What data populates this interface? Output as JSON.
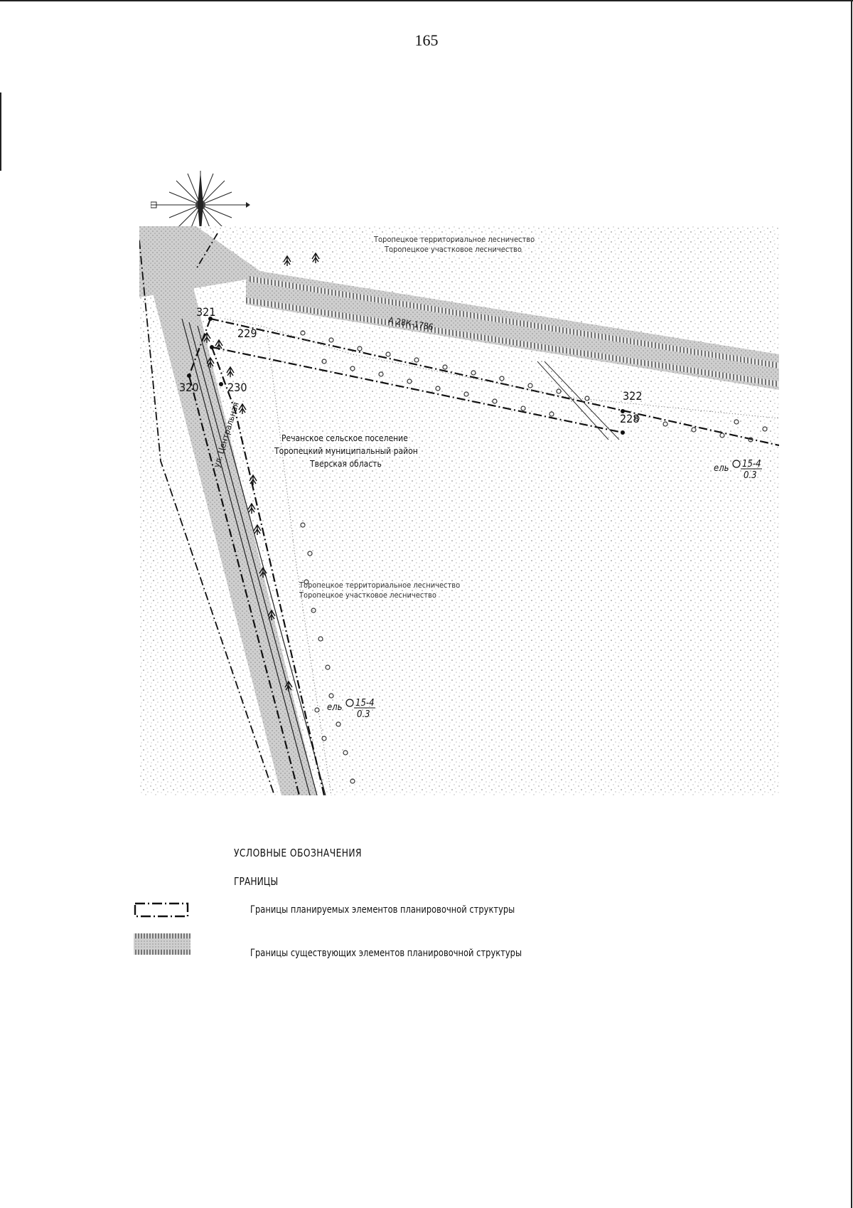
{
  "page": {
    "number": "165"
  },
  "map": {
    "forestry_label_top_line1": "Торопецкое территориальное лесничество",
    "forestry_label_top_line2": "Торопецкое участковое лесничество",
    "forestry_label_mid_line1": "Торопецкое территориальное лесничество",
    "forestry_label_mid_line2": "Торопецкое участковое лесничество",
    "road_label": "А 28К-1786",
    "street_label": "ул. Центральная",
    "settlement_line1": "Речанское сельское поселение",
    "settlement_line2": "Торопецкий муниципальный район",
    "settlement_line3": "Тверская область",
    "points": [
      "321",
      "229",
      "320",
      "230",
      "322",
      "228"
    ],
    "tree_note_right": {
      "species": "ель",
      "num": "15-4",
      "den": "0.3"
    },
    "tree_note_bottom": {
      "species": "ель",
      "num": "15-4",
      "den": "0.3"
    }
  },
  "legend": {
    "title": "УСЛОВНЫЕ ОБОЗНАЧЕНИЯ",
    "subtitle": "ГРАНИЦЫ",
    "items": [
      {
        "label": "Границы планируемых элементов планировочной структуры",
        "symbol": "dash-dot-rectangle"
      },
      {
        "label": "Границы существующих элементов планировочной структуры",
        "symbol": "hatched-band"
      }
    ]
  }
}
